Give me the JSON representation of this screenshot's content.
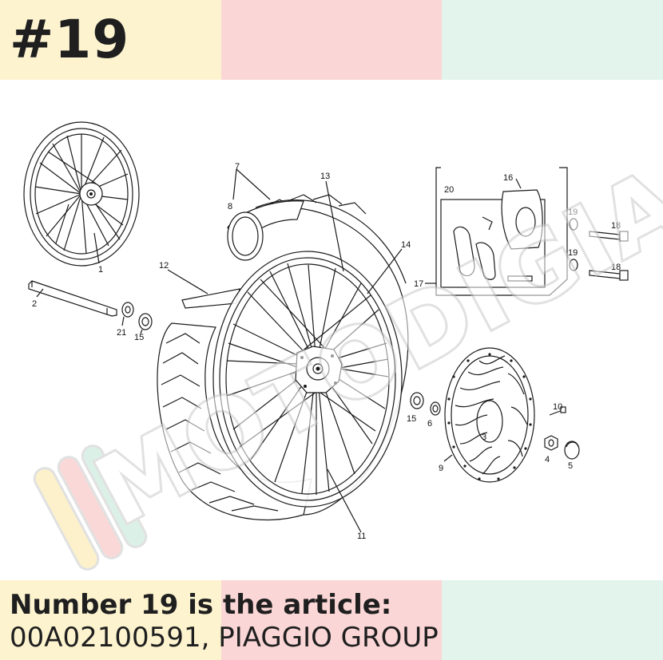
{
  "header": {
    "title": "#19"
  },
  "caption": {
    "heading": "Number 19 is the article:",
    "article": "00A02100591, PIAGGIO GROUP"
  },
  "watermark": {
    "text": "MOTODIGIA"
  },
  "colors": {
    "band_yellow": "#fdf3cf",
    "band_pink": "#fbd6d6",
    "band_mint": "#e3f4ed",
    "text": "#1f1f1f"
  },
  "diagram": {
    "callouts": {
      "c1": "1",
      "c2": "2",
      "c3": "3",
      "c4": "4",
      "c5": "5",
      "c6": "6",
      "c7": "7",
      "c8": "8",
      "c9": "9",
      "c10": "10",
      "c11": "11",
      "c12": "12",
      "c13": "13",
      "c14": "14",
      "c15a": "15",
      "c15b": "15",
      "c16": "16",
      "c17": "17",
      "c18a": "18",
      "c18b": "18",
      "c19a": "19",
      "c19b": "19",
      "c20": "20",
      "c21": "21"
    }
  }
}
